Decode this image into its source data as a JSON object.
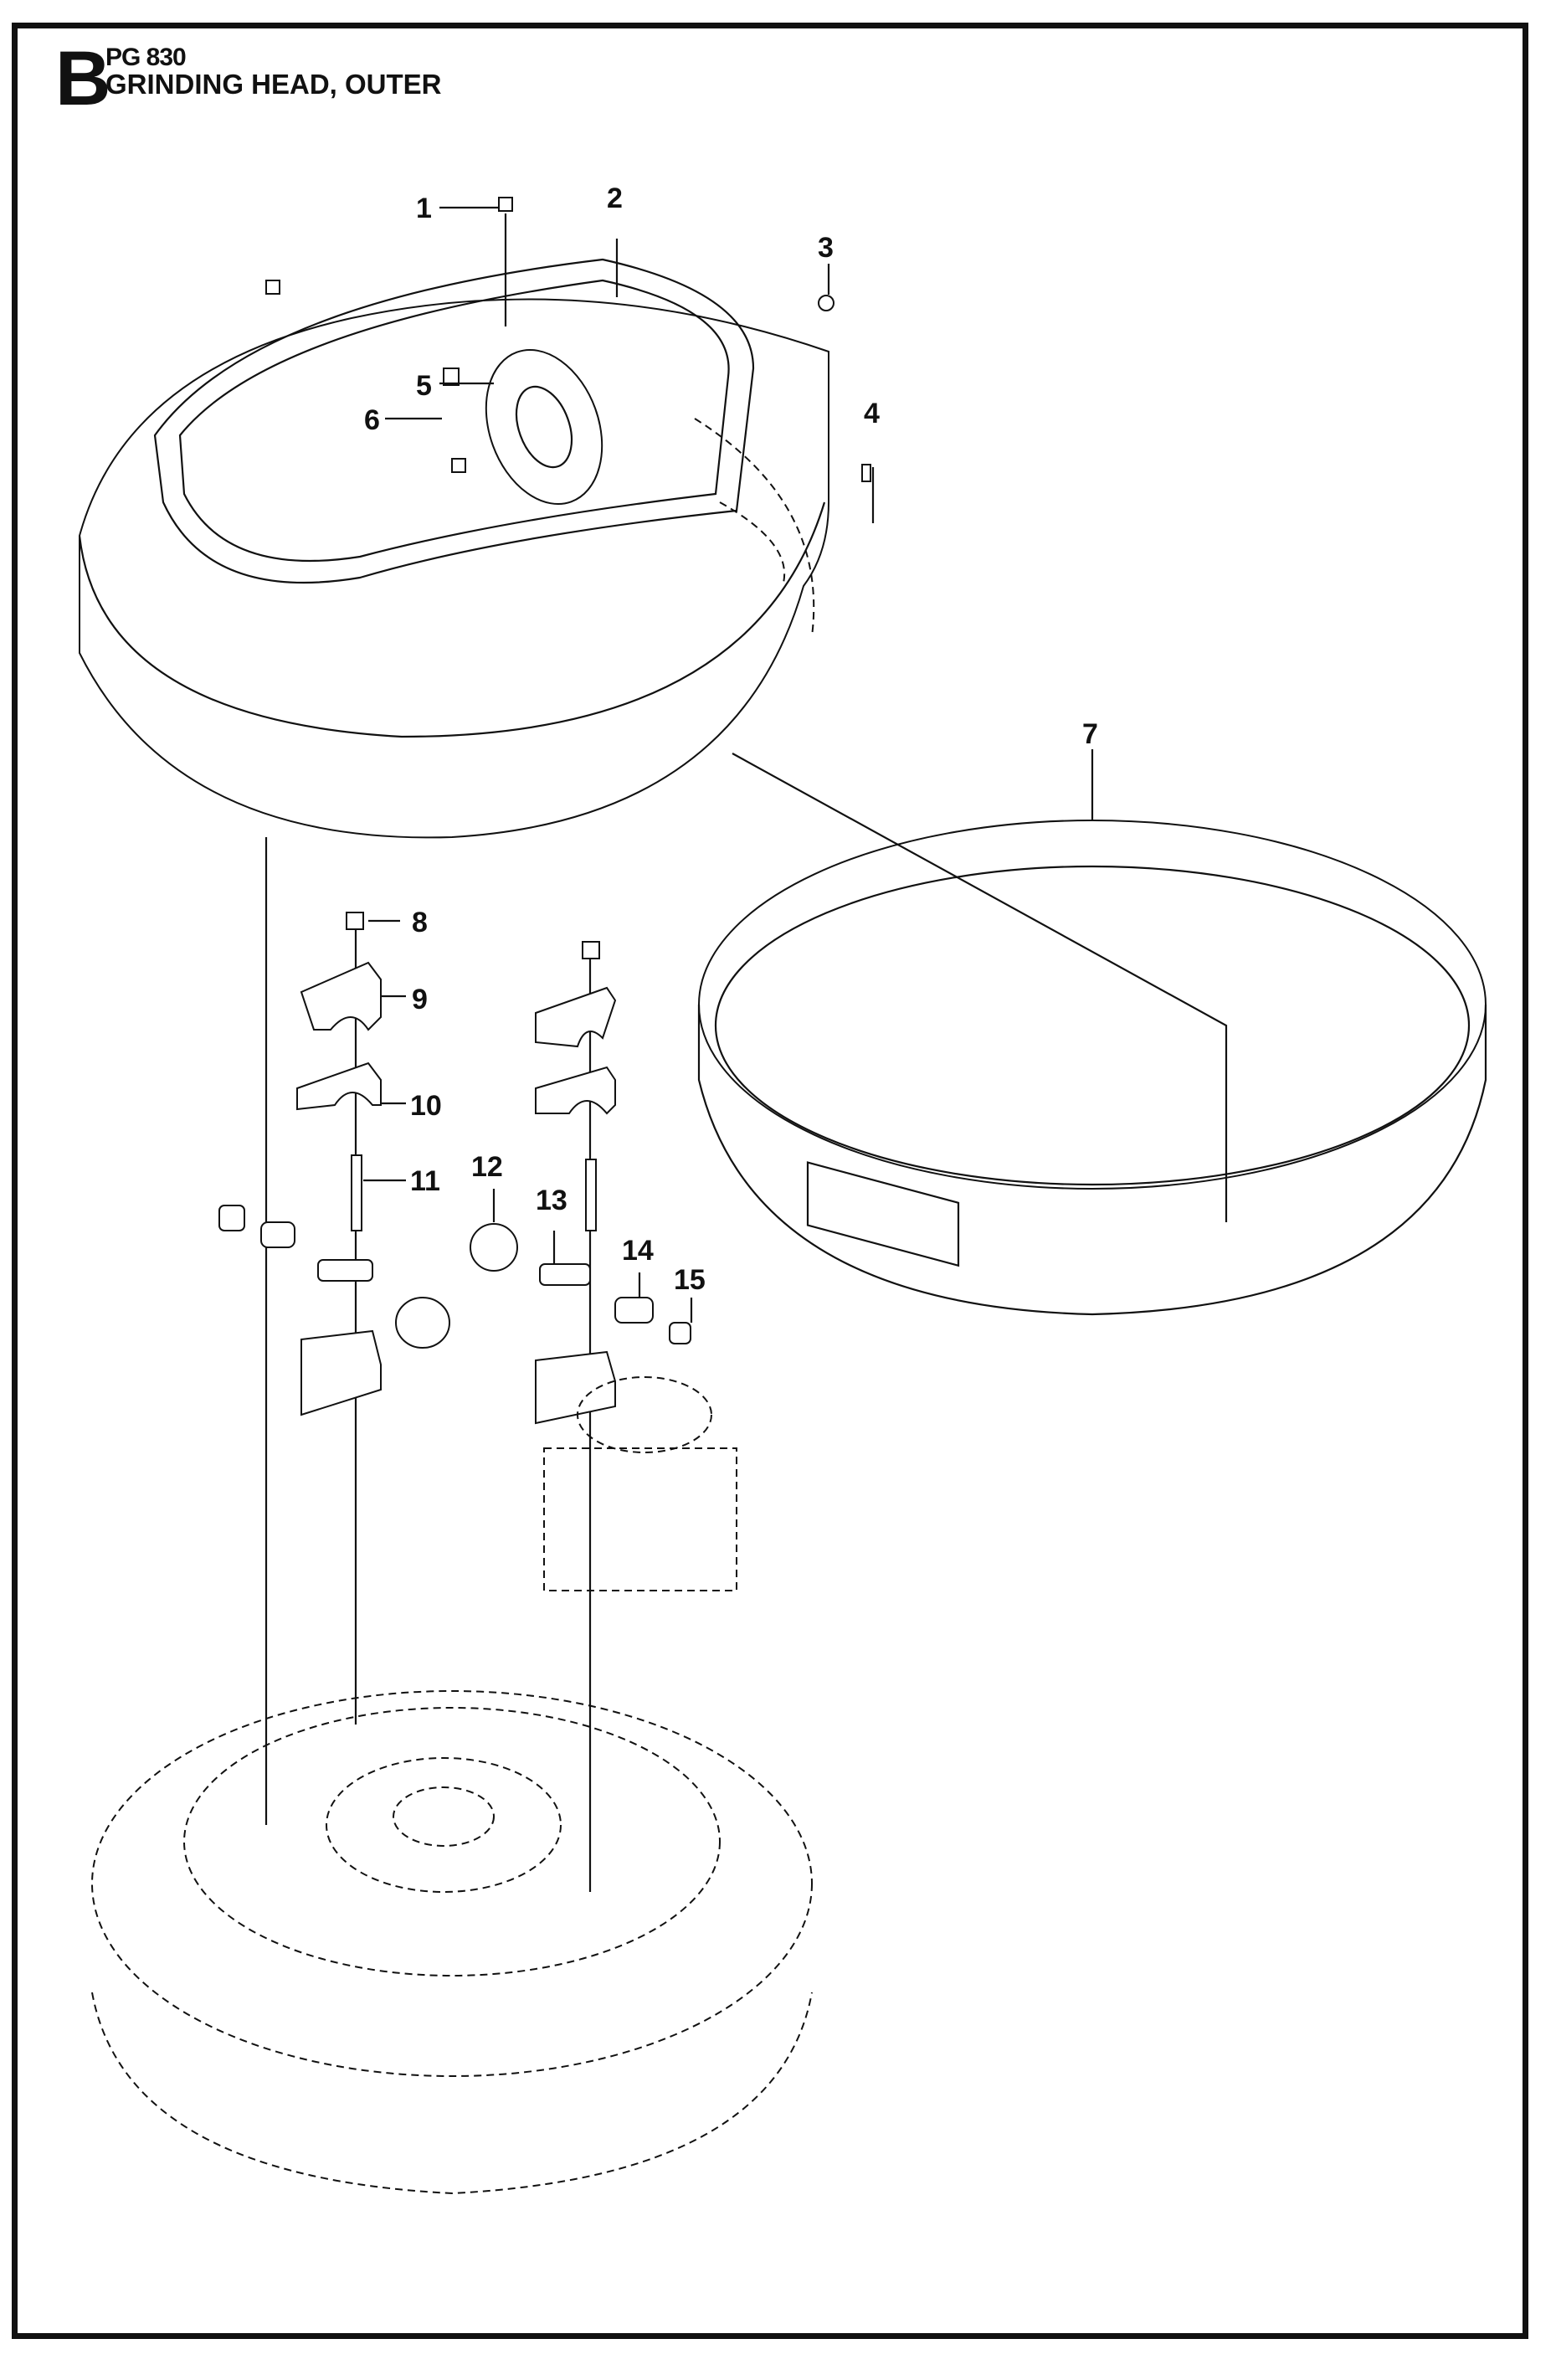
{
  "header": {
    "section": "B",
    "model": "PG 830",
    "title": "GRINDING HEAD, OUTER"
  },
  "callouts": [
    "1",
    "2",
    "3",
    "4",
    "5",
    "6",
    "7",
    "8",
    "9",
    "10",
    "11",
    "12",
    "13",
    "14",
    "15"
  ]
}
